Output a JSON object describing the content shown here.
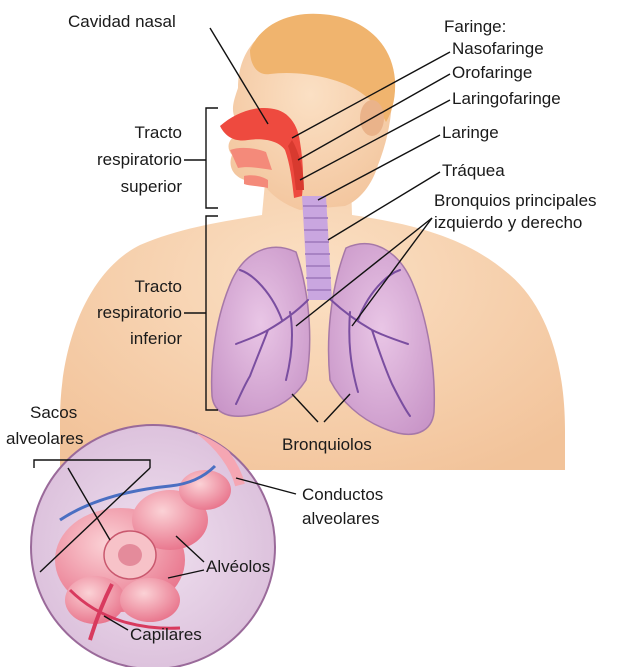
{
  "labels": {
    "cavidad_nasal": "Cavidad nasal",
    "faringe": "Faringe:",
    "nasofaringe": "Nasofaringe",
    "orofaringe": "Orofaringe",
    "laringofaringe": "Laringofaringe",
    "laringe": "Laringe",
    "traquea": "Tráquea",
    "bronquios_1": "Bronquios principales",
    "bronquios_2": "izquierdo y derecho",
    "superior_1": "Tracto",
    "superior_2": "respiratorio",
    "superior_3": "superior",
    "inferior_1": "Tracto",
    "inferior_2": "respiratorio",
    "inferior_3": "inferior",
    "bronquiolos": "Bronquiolos",
    "sacos_1": "Sacos",
    "sacos_2": "alveolares",
    "conductos_1": "Conductos",
    "conductos_2": "alveolares",
    "alveolos": "Alvéolos",
    "capilares": "Capilares"
  }
}
